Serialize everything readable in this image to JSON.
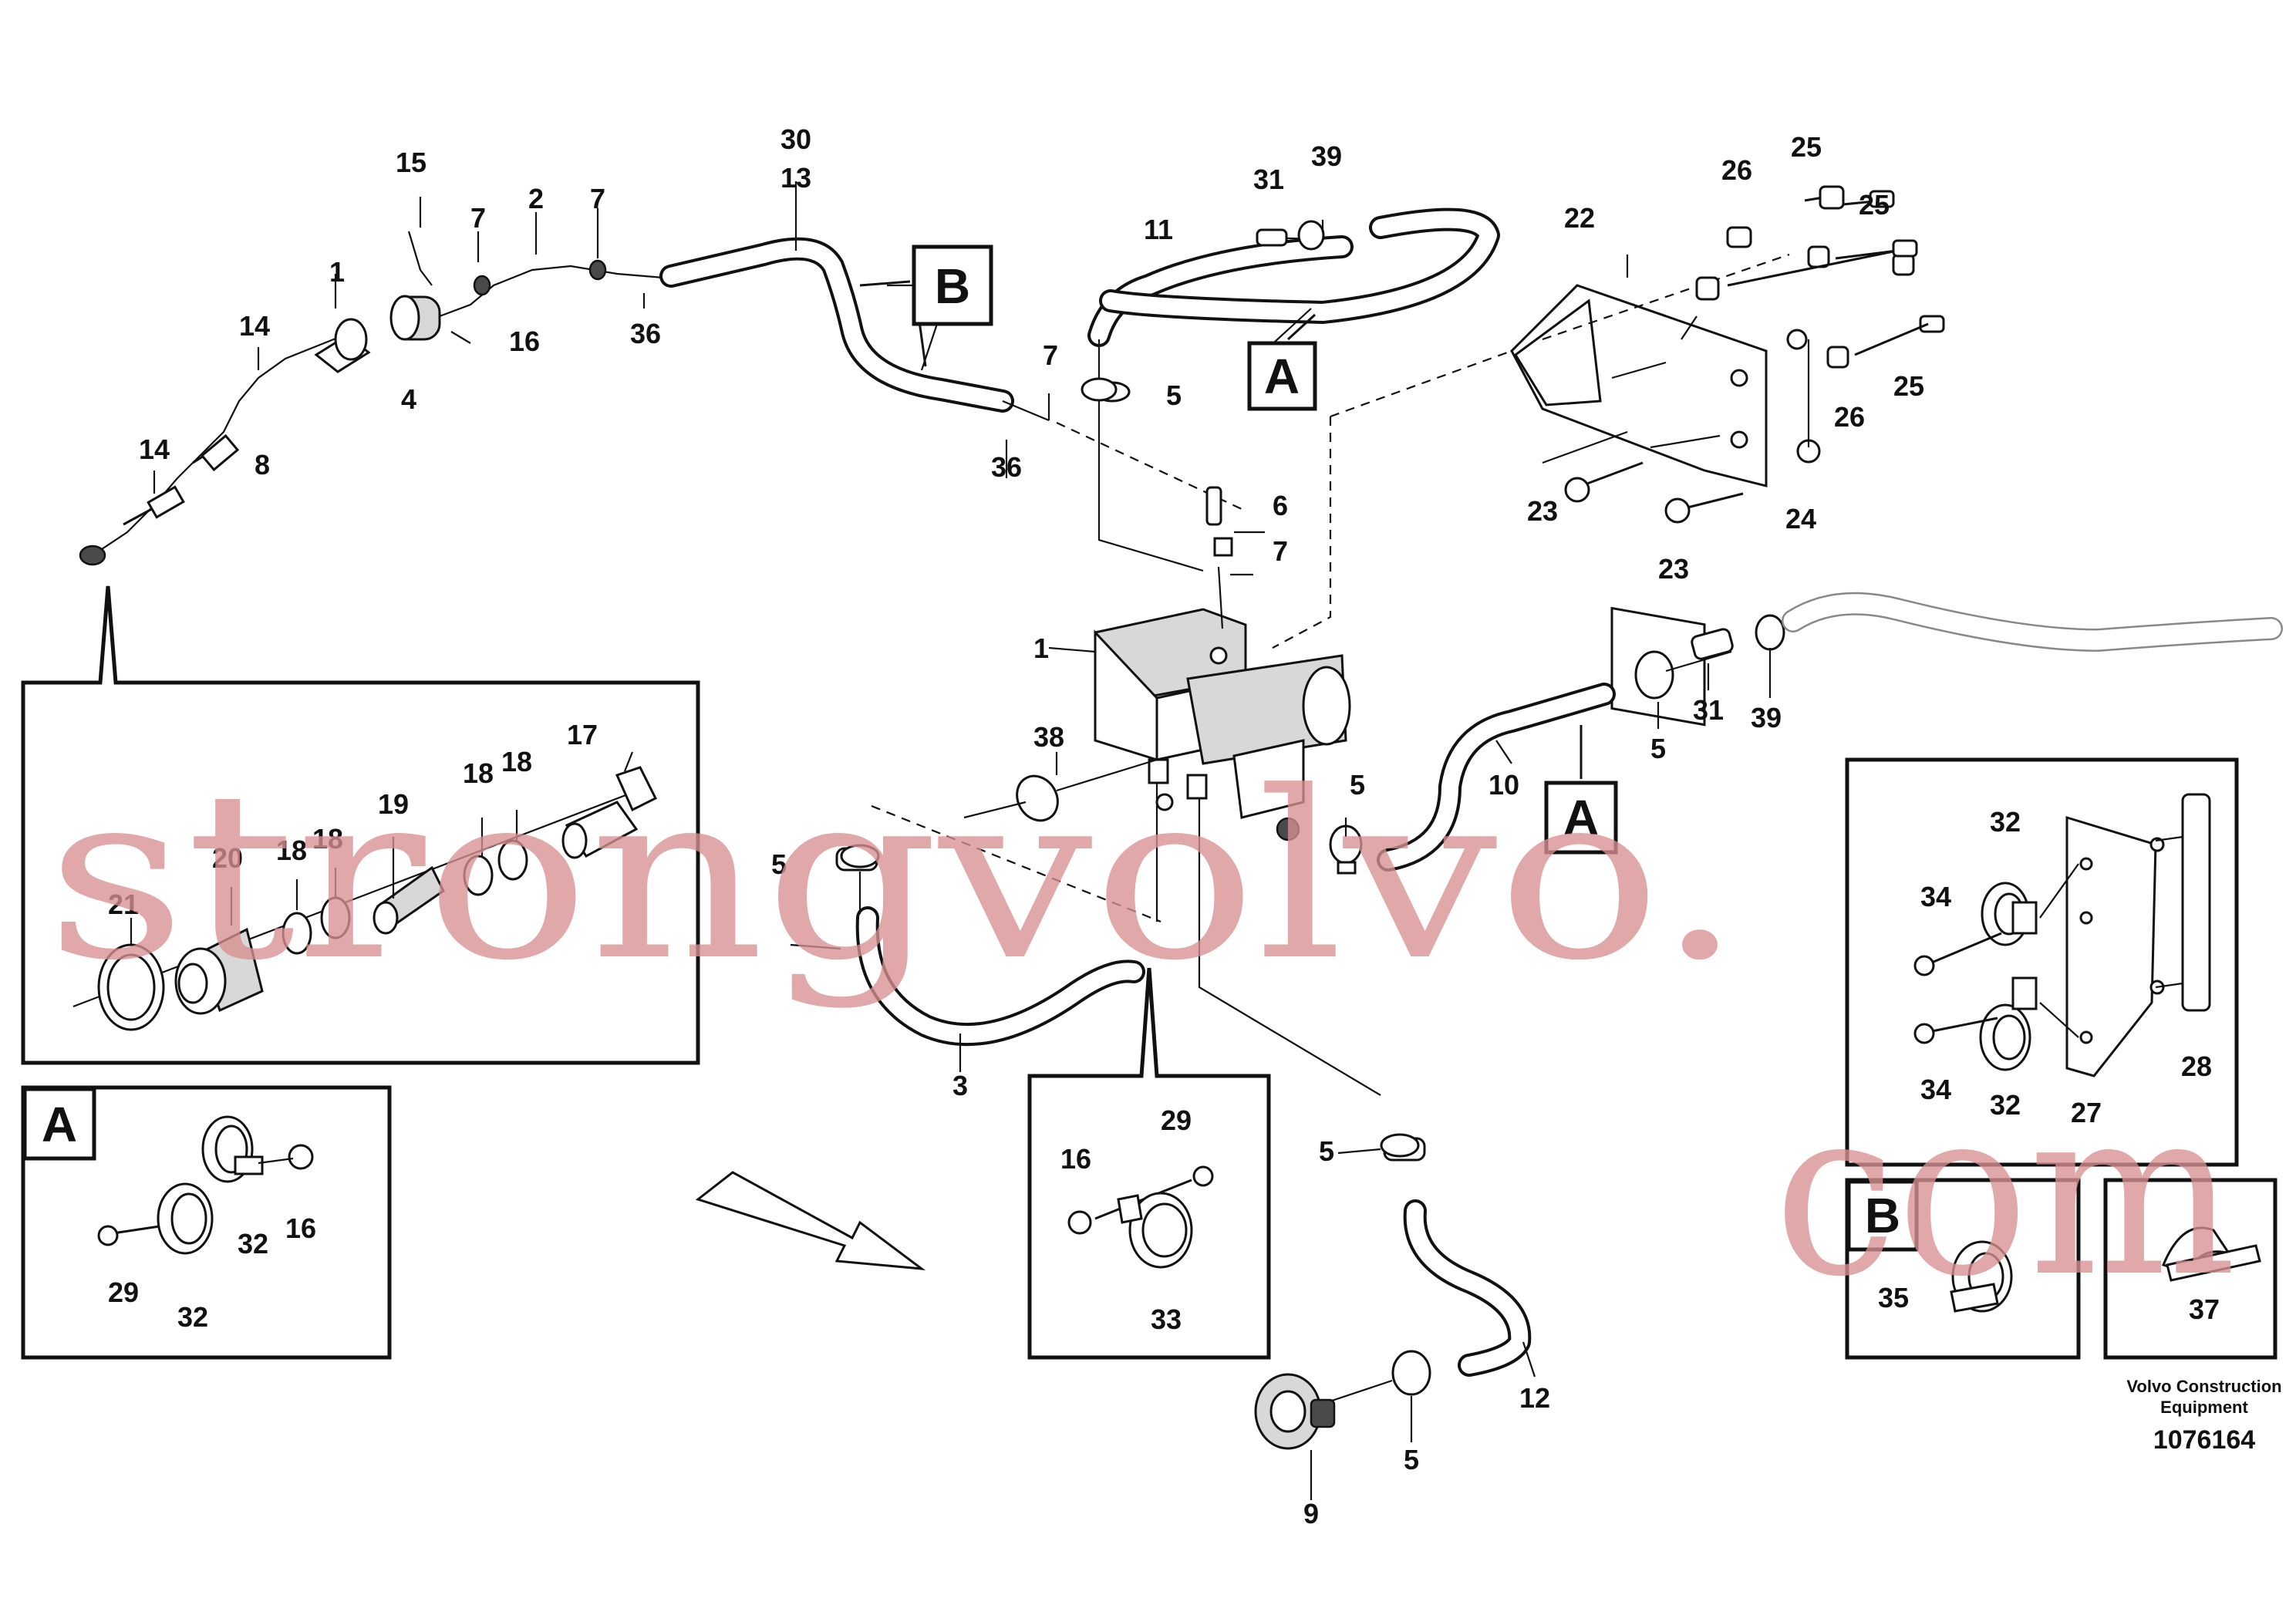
{
  "section_badges": {
    "a": "A",
    "b": "B"
  },
  "labels": {
    "n1": "1",
    "n1b": "1",
    "n2": "2",
    "n3": "3",
    "n4": "4",
    "n5a": "5",
    "n5b": "5",
    "n5c": "5",
    "n5d": "5",
    "n5e": "5",
    "n5f": "5",
    "n6": "6",
    "n7a": "7",
    "n7b": "7",
    "n7c": "7",
    "n7d": "7",
    "n8": "8",
    "n9": "9",
    "n10": "10",
    "n11": "11",
    "n12": "12",
    "n13": "13",
    "n14a": "14",
    "n14b": "14",
    "n15": "15",
    "n16": "16",
    "n16a": "16",
    "n16b": "16",
    "n17": "17",
    "n18a": "18",
    "n18b": "18",
    "n18c": "18",
    "n18d": "18",
    "n19": "19",
    "n20": "20",
    "n21": "21",
    "n22": "22",
    "n23a": "23",
    "n23b": "23",
    "n24": "24",
    "n25a": "25",
    "n25b": "25",
    "n25c": "25",
    "n26a": "26",
    "n26b": "26",
    "n27": "27",
    "n28": "28",
    "n29a": "29",
    "n29b": "29",
    "n30": "30",
    "n31a": "31",
    "n31b": "31",
    "n32a": "32",
    "n32b": "32",
    "n32c": "32",
    "n32d": "32",
    "n33": "33",
    "n34a": "34",
    "n34b": "34",
    "n35": "35",
    "n36a": "36",
    "n36b": "36",
    "n37": "37",
    "n38": "38",
    "n39a": "39",
    "n39b": "39"
  },
  "footer": {
    "brand_line1": "Volvo Construction",
    "brand_line2": "Equipment",
    "drawing_number": "1076164"
  },
  "watermark": {
    "line1": "strongvolvo.",
    "line2": "com"
  }
}
